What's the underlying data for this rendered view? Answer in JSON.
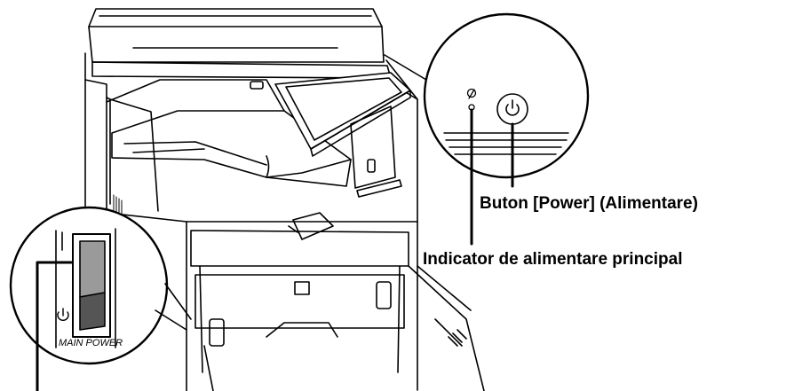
{
  "labels": {
    "power_button": "Buton [Power] (Alimentare)",
    "main_power_indicator": "Indicator de alimentare principal",
    "main_power_switch_text": "MAIN POWER"
  },
  "icons": {
    "power_button": "power-icon",
    "main_power_indicator": "power-indicator-icon",
    "main_power_switch": "main-power-switch"
  }
}
